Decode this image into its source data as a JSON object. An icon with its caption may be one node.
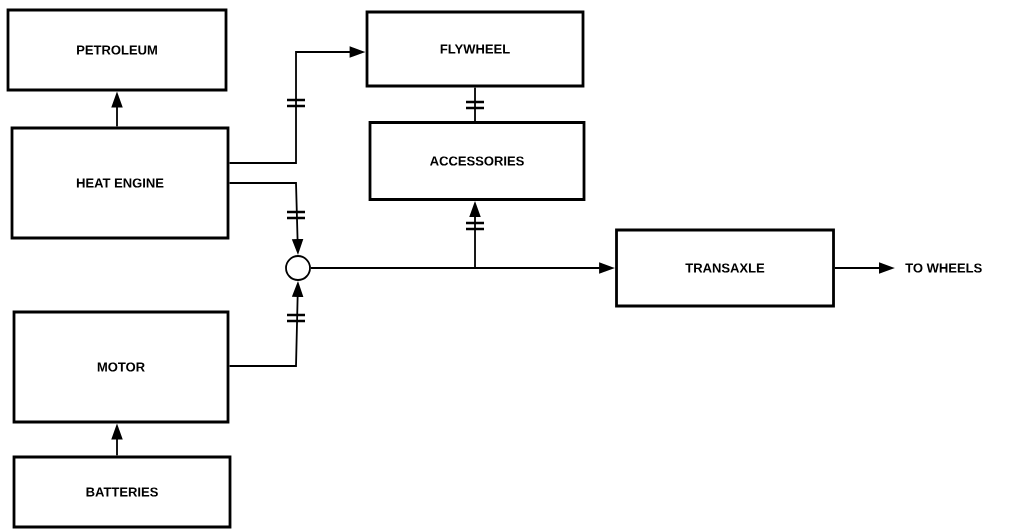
{
  "diagram": {
    "nodes": [
      {
        "text": [
          "PETROLEUM"
        ]
      },
      {
        "text": [
          "FLYWHEEL"
        ]
      },
      {
        "text": [
          "HEAT ENGINE"
        ]
      },
      {
        "text": [
          "ACCESSORIES"
        ]
      },
      {
        "text": [],
        "shape": "circle"
      },
      {
        "text": [
          "TRANSAXLE"
        ]
      },
      {
        "text": [
          "TO WHEELS"
        ]
      },
      {
        "text": [
          "MOTOR"
        ]
      },
      {
        "text": [
          "BATTERIES"
        ]
      }
    ],
    "edges": [
      {
        "from": 2,
        "to": 0,
        "arrow": "to"
      },
      {
        "from": 2,
        "to": 1,
        "arrow": "to"
      },
      {
        "from": 2,
        "to": 4,
        "arrow": "to"
      },
      {
        "from": 7,
        "to": 4,
        "arrow": "to"
      },
      {
        "from": 1,
        "to": 3,
        "arrow": "none"
      },
      {
        "from": 4,
        "to": 3,
        "arrow": "to"
      },
      {
        "from": 4,
        "to": 5,
        "arrow": "to"
      },
      {
        "from": 5,
        "to": 6,
        "arrow": "to"
      },
      {
        "from": 8,
        "to": 7,
        "arrow": "to"
      }
    ]
  }
}
